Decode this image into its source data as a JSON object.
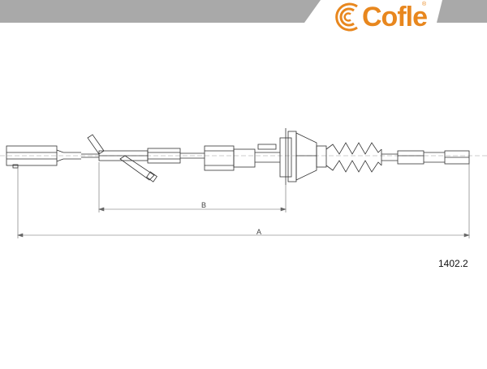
{
  "brand": {
    "name": "Cofle",
    "registered_mark": "®",
    "accent_color": "#e8871e",
    "banner_color": "#a9a9a9"
  },
  "part_number": "1402.2",
  "dimensions": {
    "A": "A",
    "B": "B"
  }
}
